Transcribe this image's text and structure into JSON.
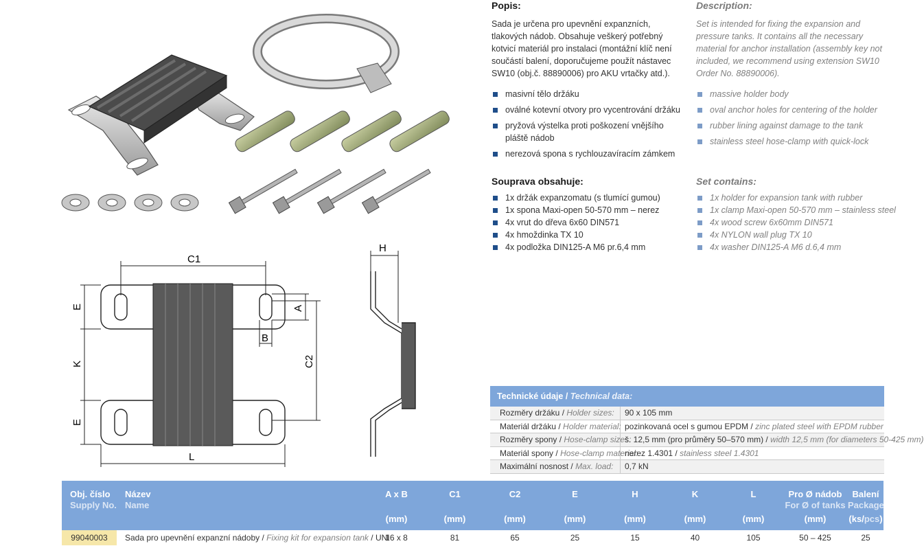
{
  "description": {
    "cz_title": "Popis:",
    "cz_text": "Sada je určena pro upevnění expanzních, tlakových nádob. Obsahuje veškerý potřebný kotvicí materiál pro instalaci (montážní klíč není součástí balení, doporučujeme použít nástavec SW10 (obj.č. 88890006) pro AKU vrtačky atd.).",
    "en_title": "Description:",
    "en_text": "Set is intended for fixing the expansion and pressure tanks. It contains all the necessary material for anchor installation (assembly key not included, we recommend using extension SW10 Order No. 88890006)."
  },
  "features": {
    "cz": [
      "masivní tělo držáku",
      "oválné kotevní otvory pro vycentrování držáku",
      "pryžová výstelka proti poškození vnějšího pláště nádob",
      "nerezová spona s rychlouzavíracím zámkem"
    ],
    "en": [
      "massive holder body",
      "oval anchor holes for centering of the holder",
      "rubber lining against damage to the tank",
      "stainless steel hose-clamp with quick-lock"
    ]
  },
  "set_contains": {
    "cz_title": "Souprava obsahuje:",
    "cz": [
      "1x držák expanzomatu (s tlumící gumou)",
      "1x spona Maxi-open 50-570 mm – nerez",
      "4x vrut do dřeva 6x60 DIN571",
      "4x hmoždinka TX 10",
      "4x podložka DIN125-A M6 pr.6,4 mm"
    ],
    "en_title": "Set contains:",
    "en": [
      "1x holder for expansion tank with rubber",
      "1x clamp Maxi-open 50-570 mm – stainless steel",
      "4x wood screw 6x60mm DIN571",
      "4x NYLON wall plug TX 10",
      "4x washer DIN125-A M6 d.6,4 mm"
    ]
  },
  "diagram_labels": {
    "c1": "C1",
    "c2": "C2",
    "e_top": "E",
    "e_bottom": "E",
    "k": "K",
    "l": "L",
    "a": "A",
    "b": "B",
    "h": "H"
  },
  "technical": {
    "header_cz": "Technické údaje",
    "header_en": "Technical data:",
    "rows": [
      {
        "k_cz": "Rozměry držáku",
        "k_en": "Holder sizes:",
        "v_cz": "90 x 105 mm",
        "v_en": ""
      },
      {
        "k_cz": "Materiál držáku",
        "k_en": "Holder material:",
        "v_cz": "pozinkovaná ocel s gumou EPDM",
        "v_en": "zinc plated steel with EPDM rubber"
      },
      {
        "k_cz": "Rozměry spony",
        "k_en": "Hose-clamp sizes:",
        "v_cz": "š. 12,5 mm (pro průměry 50–570 mm)",
        "v_en": "width 12,5 mm (for diameters 50-425 mm)"
      },
      {
        "k_cz": "Materiál spony",
        "k_en": "Hose-clamp material:",
        "v_cz": "nerez 1.4301",
        "v_en": "stainless steel 1.4301"
      },
      {
        "k_cz": "Maximální nosnost",
        "k_en": "Max. load:",
        "v_cz": "0,7 kN",
        "v_en": ""
      }
    ]
  },
  "product_table": {
    "headers": {
      "obj_cz": "Obj. číslo",
      "obj_en": "Supply No.",
      "name_cz": "Název",
      "name_en": "Name",
      "axb": "A x B",
      "c1": "C1",
      "c2": "C2",
      "e": "E",
      "h": "H",
      "k": "K",
      "l": "L",
      "unit": "(mm)",
      "tank_cz": "Pro Ø nádob",
      "tank_en": "For Ø of tanks",
      "pkg_cz": "Balení",
      "pkg_en": "Package",
      "pkg_unit_ks": "ks",
      "pkg_unit_pcs": "pcs"
    },
    "row": {
      "code": "99040003",
      "name_cz": "Sada pro upevnění expanzní nádoby",
      "name_en": "Fixing kit for expansion tank",
      "name_tail": "UNI",
      "axb": "16 x 8",
      "c1": "81",
      "c2": "65",
      "e": "25",
      "h": "15",
      "k": "40",
      "l": "105",
      "tank": "50 – 425",
      "pkg": "25"
    }
  }
}
